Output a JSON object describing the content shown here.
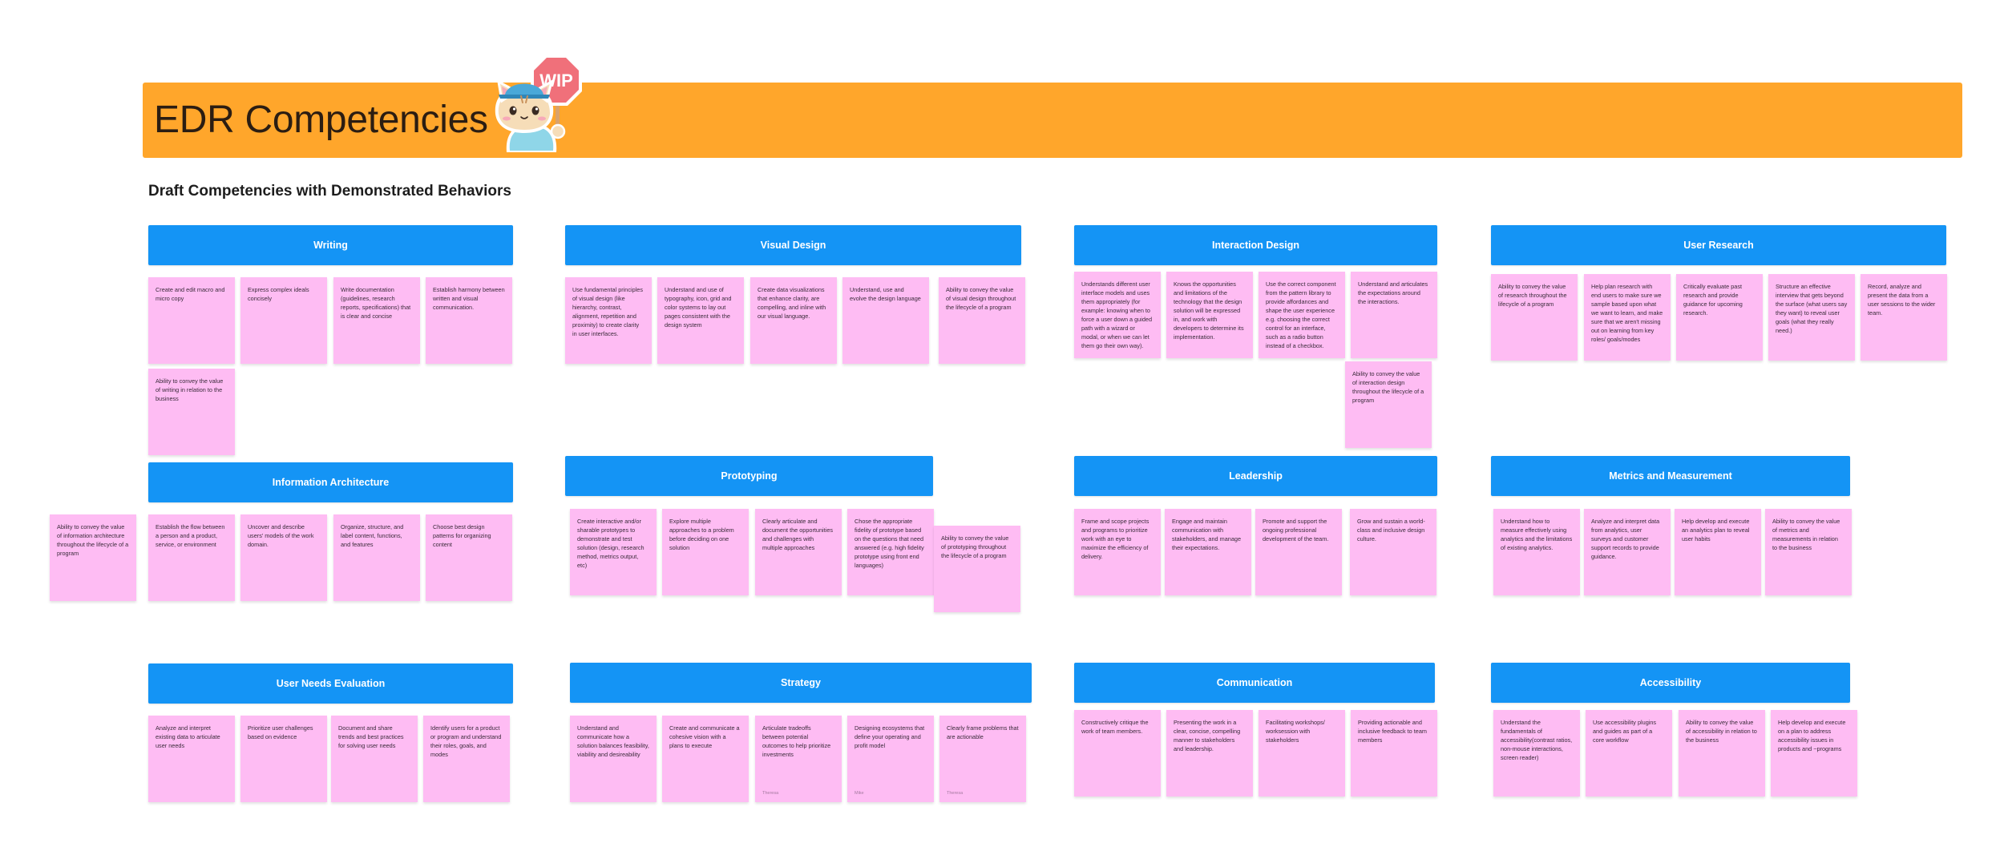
{
  "title": "EDR Competencies",
  "wip_label": "WIP",
  "subtitle": "Draft Competencies with Demonstrated Behaviors",
  "sections": {
    "writing": {
      "title": "Writing",
      "notes": [
        "Create and edit macro and micro copy",
        "Express complex ideals concisely",
        "Write documentation (guidelines, research reports, specifications) that is clear and concise",
        "Establish harmony between written and visual communication.",
        "Ability to convey the value of writing in relation to the business"
      ]
    },
    "visual_design": {
      "title": "Visual Design",
      "notes": [
        "Use fundamental principles of visual design (like hierarchy, contrast, alignment, repetition and proximity) to create clarity in user interfaces.",
        "Understand and use of typography, icon, grid and color systems to lay out pages consistent with the design system",
        "Create data visualizations that enhance clarity, are compelling, and inline with our visual language.",
        "Understand, use and evolve the design language",
        "Ability to convey the value of visual design throughout the lifecycle of a program"
      ]
    },
    "interaction_design": {
      "title": "Interaction Design",
      "notes": [
        "Understands different user interface models and uses them appropriately (for example: knowing when to force a user down a guided path with a wizard or modal, or when we can let them go their own way).",
        "Knows the opportunities and limitations of the technology that the design solution will be expressed in, and work with developers to determine its implementation.",
        "Use the correct component from the pattern library to provide affordances and shape the user experience e.g. choosing the correct control for an interface, such as a radio button instead of a checkbox.",
        "Understand and articulates the expectations around the interactions.",
        "Ability to convey the value of interaction design throughout the lifecycle of a program"
      ]
    },
    "user_research": {
      "title": "User Research",
      "notes": [
        "Ability to convey the value of research throughout the lifecycle of a program",
        "Help plan research with end users to make sure we sample based upon what we want to learn, and make sure that we aren't missing out on learning from key roles/ goals/modes",
        "Critically evaluate past research and provide guidance for upcoming research.",
        "Structure an effective interview that gets beyond the surface (what users say they want) to reveal user goals (what they really need.)",
        "Record, analyze and present the data from a user sessions to the wider team."
      ]
    },
    "information_architecture": {
      "title": "Information Architecture",
      "notes": [
        "Ability to convey the value of information architecture throughout the lifecycle of a program",
        "Establish the flow between a person and a product, service, or environment",
        "Uncover and describe users' models of the work domain.",
        "Organize, structure, and label content, functions, and features",
        "Choose best design patterns for organizing content"
      ]
    },
    "prototyping": {
      "title": "Prototyping",
      "notes": [
        "Create interactive and/or sharable prototypes to demonstrate and test solution (design, research method, metrics output, etc)",
        "Explore multiple approaches to a problem before deciding on one solution",
        "Clearly articulate and document the opportunities and challenges with multiple approaches",
        "Chose the appropriate fidelity of prototype based on the questions that need answered (e.g. high fidelity prototype using front end languages)",
        "Ability to convey the value of prototyping throughout the lifecycle of a program"
      ]
    },
    "leadership": {
      "title": "Leadership",
      "notes": [
        "Frame and scope projects and programs to prioritize work with an eye to maximize the efficiency of delivery.",
        "Engage and maintain communication with stakeholders, and manage their expectations.",
        "Promote and support the ongoing professional development of the team.",
        "Grow and sustain a world-class and inclusive design culture."
      ]
    },
    "metrics_measurement": {
      "title": "Metrics and Measurement",
      "notes": [
        "Understand how to measure effectively using analytics and the limitations of existing analytics.",
        "Analyze and interpret data from analytics, user surveys and customer support records to provide guidance.",
        "Help develop and execute an analytics plan to reveal user habits",
        "Ability to convey the value of metrics and measurements in relation to the business"
      ]
    },
    "user_needs_evaluation": {
      "title": "User Needs Evaluation",
      "notes": [
        "Analyze and interpret existing data to articulate user needs",
        "Prioritize user challenges based on evidence",
        "Document and share trends and best practices for solving user needs",
        "Identify users for a product or program and understand their roles, goals, and modes"
      ]
    },
    "strategy": {
      "title": "Strategy",
      "notes": [
        "Understand and communicate how a solution balances feasibility, viability and desireability",
        "Create and communicate a cohesive vision with a plans to execute",
        "Articulate tradeoffs between potential outcomes to help prioritize investments",
        "Designing ecosystems that define your operating and profit model",
        "Clearly frame problems that are actionable"
      ],
      "tags": [
        "Theresa",
        "Mike",
        "Theresa"
      ]
    },
    "communication": {
      "title": "Communication",
      "notes": [
        "Constructively critique the work of team members.",
        "Presenting the work in a clear, concise, compelling manner to stakeholders and leadership.",
        "Facilitating workshops/ worksession with stakeholders",
        "Providing actionable and inclusive feedback to team members"
      ]
    },
    "accessibility": {
      "title": "Accessibility",
      "notes": [
        "Understand the fundamentals of accessibility(contrast ratios, non-mouse interactions, screen reader)",
        "Use accessibility plugins and guides as part of a core workflow",
        "Ability to convey the value of accessibility in relation to the business",
        "Help develop and execute on a plan to address accessibility issues in products and ~programs"
      ]
    }
  },
  "colors": {
    "banner": "#FFA62B",
    "header": "#1494F5",
    "sticky_note": "#FEBCF3"
  }
}
